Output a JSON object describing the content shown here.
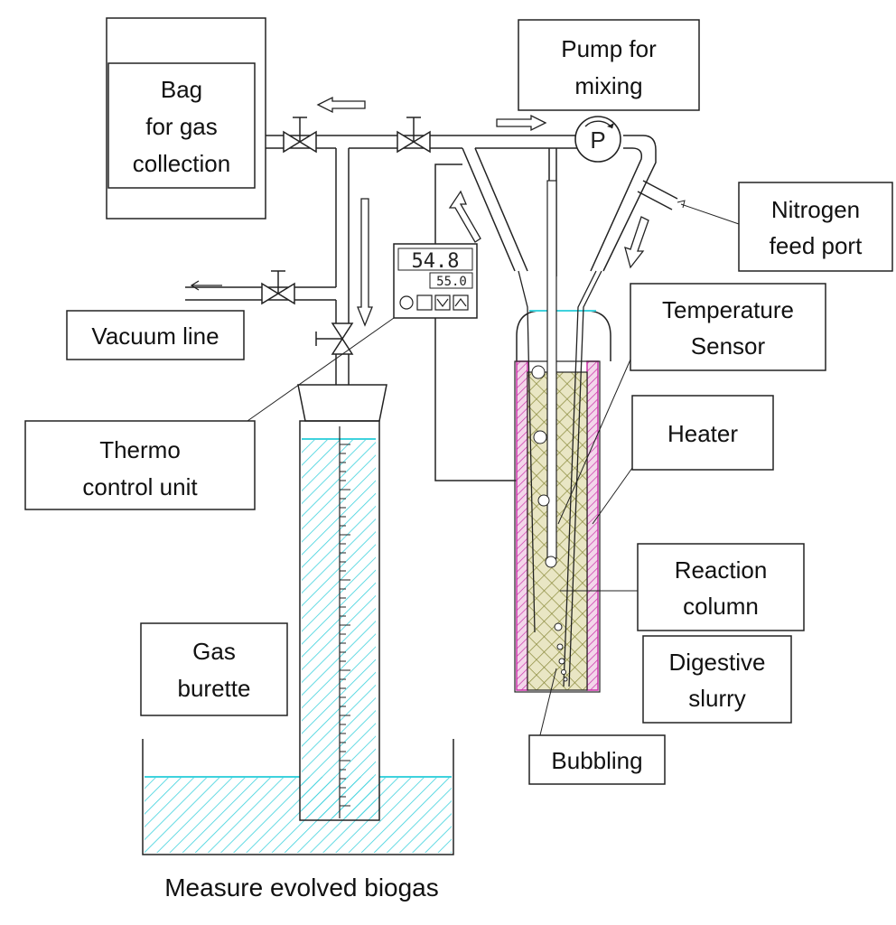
{
  "labels": {
    "bag": [
      "Bag",
      "for gas",
      "collection"
    ],
    "pump": [
      "Pump for",
      "mixing"
    ],
    "nitrogen": [
      "Nitrogen",
      "feed port"
    ],
    "vacuum": [
      "Vacuum line"
    ],
    "temperature": [
      "Temperature",
      "Sensor"
    ],
    "heater": [
      "Heater"
    ],
    "thermo": [
      "Thermo",
      "control unit"
    ],
    "reaction": [
      "Reaction",
      "column"
    ],
    "digestive": [
      "Digestive",
      "slurry"
    ],
    "burette": [
      "Gas",
      "burette"
    ],
    "bubbling": [
      "Bubbling"
    ]
  },
  "caption": "Measure evolved biogas",
  "display": {
    "reading": "54.8",
    "setpoint": "55.0"
  },
  "pump_symbol": "P",
  "colors": {
    "water": "#3fd2dd",
    "slurry": "#a39a5e",
    "heater": "#cc33aa",
    "line": "#222222"
  }
}
